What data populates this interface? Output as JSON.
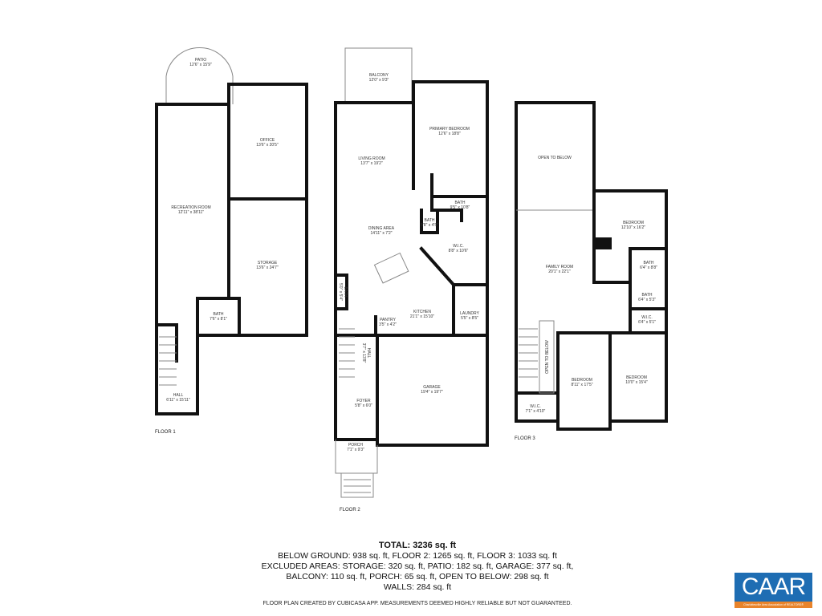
{
  "floor1": {
    "label": "FLOOR 1",
    "rooms": [
      {
        "name": "PATIO",
        "dims": "12'6\" x 15'9\""
      },
      {
        "name": "OFFICE",
        "dims": "13'6\" x 20'5\""
      },
      {
        "name": "RECREATION ROOM",
        "dims": "12'11\" x 38'11\""
      },
      {
        "name": "STORAGE",
        "dims": "13'6\" x 24'7\""
      },
      {
        "name": "BATH",
        "dims": "7'6\" x 8'1\""
      },
      {
        "name": "HALL",
        "dims": "6'11\" x 15'11\""
      }
    ]
  },
  "floor2": {
    "label": "FLOOR 2",
    "rooms": [
      {
        "name": "BALCONY",
        "dims": "12'0\" x 9'3\""
      },
      {
        "name": "PRIMARY BEDROOM",
        "dims": "12'6\" x 18'8\""
      },
      {
        "name": "LIVING ROOM",
        "dims": "13'7\" x 19'2\""
      },
      {
        "name": "BATH",
        "dims": "9'5\" x 10'8\""
      },
      {
        "name": "BATH",
        "dims": "5'8\" x 4'5\""
      },
      {
        "name": "DINING AREA",
        "dims": "14'11\" x 7'2\""
      },
      {
        "name": "W.I.C.",
        "dims": "8'8\" x 10'6\""
      },
      {
        "name": "BATH",
        "dims": "5'0\" x 5'4\""
      },
      {
        "name": "KITCHEN",
        "dims": "21'1\" x 15'10\""
      },
      {
        "name": "PANTRY",
        "dims": "3'5\" x 4'2\""
      },
      {
        "name": "LAUNDRY",
        "dims": "5'5\" x 8'5\""
      },
      {
        "name": "HALL",
        "dims": "3'7\" x 13'8\""
      },
      {
        "name": "FOYER",
        "dims": "5'8\" x 6'0\""
      },
      {
        "name": "GARAGE",
        "dims": "19'4\" x 19'7\""
      },
      {
        "name": "PORCH",
        "dims": "7'1\" x 9'3\""
      }
    ]
  },
  "floor3": {
    "label": "FLOOR 3",
    "rooms": [
      {
        "name": "OPEN TO BELOW",
        "dims": ""
      },
      {
        "name": "BEDROOM",
        "dims": "12'10\" x 16'2\""
      },
      {
        "name": "FAMILY ROOM",
        "dims": "20'1\" x 22'1\""
      },
      {
        "name": "BATH",
        "dims": "6'4\" x 8'8\""
      },
      {
        "name": "BATH",
        "dims": "6'4\" x 5'3\""
      },
      {
        "name": "W.I.C.",
        "dims": "6'4\" x 5'1\""
      },
      {
        "name": "OPEN TO BELOW",
        "dims": ""
      },
      {
        "name": "BEDROOM",
        "dims": "8'11\" x 17'5\""
      },
      {
        "name": "BEDROOM",
        "dims": "10'0\" x 15'4\""
      },
      {
        "name": "W.I.C.",
        "dims": "7'1\" x 4'10\""
      }
    ]
  },
  "summary": {
    "total": "TOTAL: 3236 sq. ft",
    "lines": [
      "BELOW GROUND: 938 sq. ft, FLOOR 2: 1265 sq. ft, FLOOR 3: 1033 sq. ft",
      "EXCLUDED AREAS: STORAGE: 320 sq. ft, PATIO: 182 sq. ft, GARAGE: 377 sq. ft,",
      "BALCONY: 110 sq. ft, PORCH: 65 sq. ft, OPEN TO BELOW: 298 sq. ft",
      "WALLS: 284 sq. ft"
    ],
    "note": "FLOOR PLAN CREATED BY CUBICASA APP. MEASUREMENTS DEEMED HIGHLY RELIABLE BUT NOT GUARANTEED."
  },
  "logo": {
    "text": "CAAR",
    "tagline": "Charlottesville Area Association of REALTORS®",
    "color": "#1e6db3",
    "accent": "#e8832a"
  }
}
